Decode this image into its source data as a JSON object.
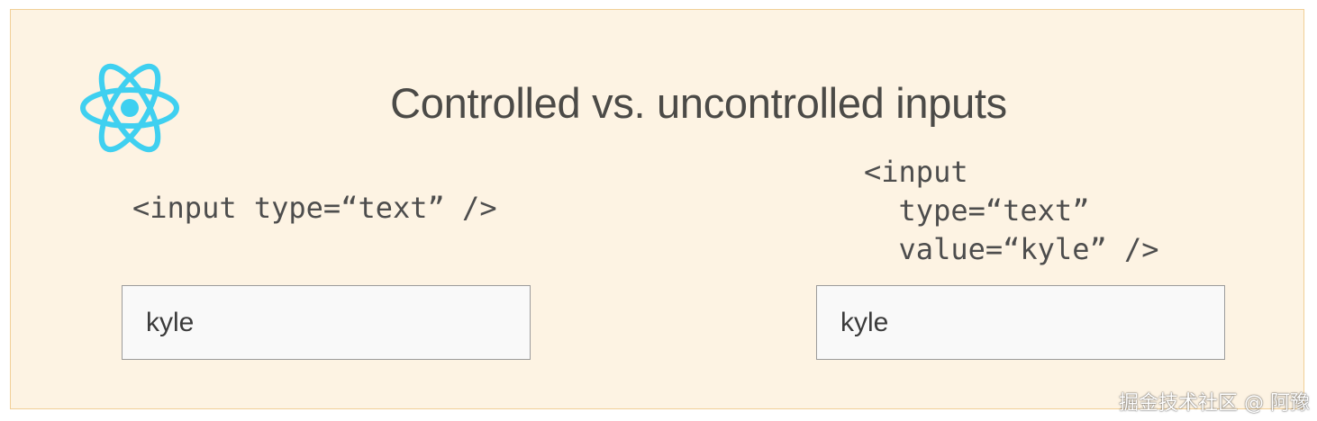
{
  "slide": {
    "title": "Controlled vs. uncontrolled inputs",
    "logo_icon": "react-logo-icon",
    "accent_color": "#3fd0f0",
    "background_color": "#fdf3e3"
  },
  "uncontrolled": {
    "code": "<input type=“text” />",
    "input_value": "kyle"
  },
  "controlled": {
    "code": "<input\n  type=“text”\n  value=“kyle” />",
    "input_value": "kyle"
  },
  "watermark": "掘金技术社区 @ 阿豫"
}
